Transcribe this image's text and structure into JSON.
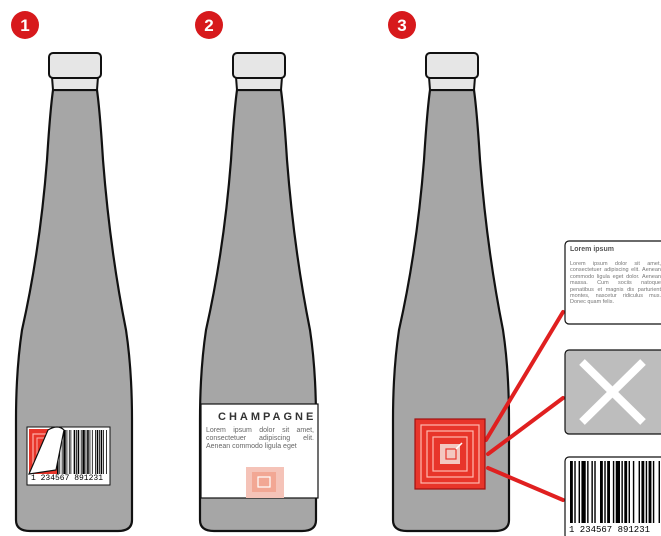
{
  "steps": [
    {
      "number": "1"
    },
    {
      "number": "2"
    },
    {
      "number": "3"
    }
  ],
  "champagne_label": {
    "title": "CHAMPAGNE",
    "text": "Lorem ipsum dolor sit amet, consectetuer adipiscing elit. Aenean commodo ligula eget"
  },
  "info_card": {
    "title": "Lorem ipsum",
    "text": "Lorem ipsum dolor sit amet, consectetuer adipiscing elit. Aenean commodo ligula eget dolor. Aenean massa. Cum sociis natoque penatibus et magnis dis parturient montes, nascetur ridiculus mus. Donec quam felis."
  },
  "barcode": {
    "digits": "1 234567 891231"
  },
  "colors": {
    "step_badge": "#d7191c",
    "bottle_body": "#a6a6a6",
    "bottle_neck_foil": "#e6e6e6",
    "rfid_red": "#e8352a",
    "connector_line": "#e02020",
    "panel_gray": "#bdbdbd"
  },
  "icons": [
    "rfid-tag-icon",
    "barcode-icon",
    "cross-icon"
  ]
}
